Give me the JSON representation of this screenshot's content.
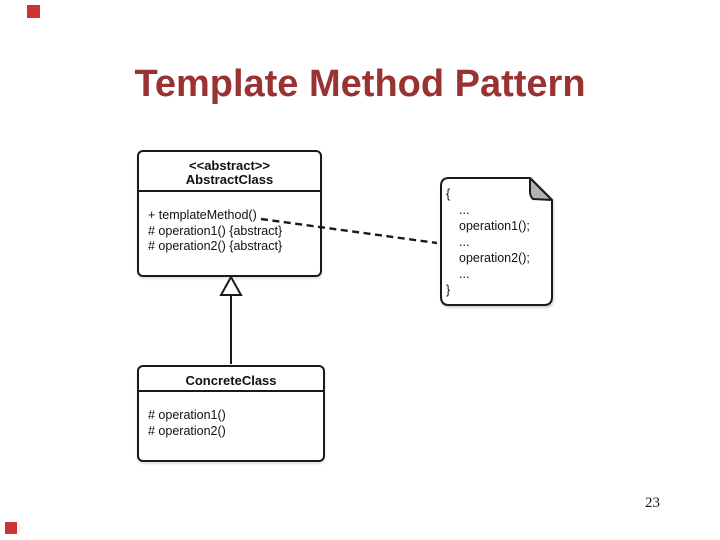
{
  "slide": {
    "title": "Template Method Pattern",
    "page_number": "23",
    "accent_color": "#cc3333",
    "title_color": "#993333"
  },
  "diagram": {
    "abstract_class": {
      "stereotype": "<<abstract>>",
      "name": "AbstractClass",
      "members": [
        "+ templateMethod()",
        "# operation1() {abstract}",
        "# operation2() {abstract}"
      ]
    },
    "concrete_class": {
      "name": "ConcreteClass",
      "members": [
        "# operation1()",
        "# operation2()"
      ]
    },
    "code_note": {
      "lines": [
        "{",
        "...",
        "operation1();",
        "...",
        "operation2();",
        "...",
        "}"
      ]
    }
  }
}
